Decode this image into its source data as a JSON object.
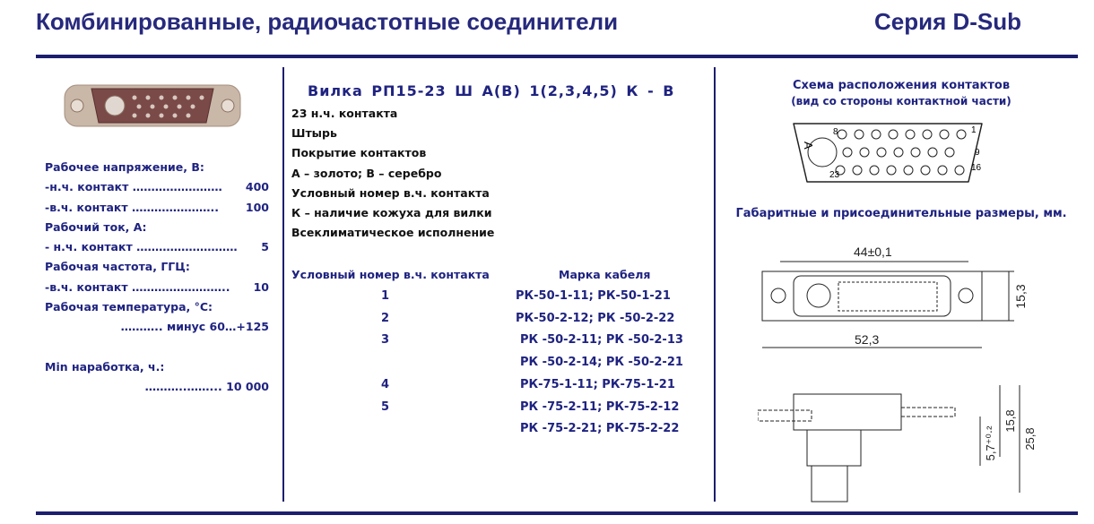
{
  "header": {
    "title": "Комбинированные, радиочастотные соединители",
    "series": "Серия D-Sub"
  },
  "left": {
    "items": [
      {
        "label": "Рабочее напряжение, В:"
      },
      {
        "label": "-н.ч. контакт ",
        "dots": "……………………",
        "value": "400"
      },
      {
        "label": "-в.ч. контакт ",
        "dots": "…………………..",
        "value": "100"
      },
      {
        "label": "Рабочий ток, А:"
      },
      {
        "label": "- н.ч. контакт ",
        "dots": "………………………",
        "value": "5"
      },
      {
        "label": "Рабочая частота, ГГЦ:"
      },
      {
        "label": "-в.ч. контакт ",
        "dots": "……………………..",
        "value": "10"
      },
      {
        "label": "Рабочая температура, °С:"
      },
      {
        "value": "……….. минус 60…+125"
      }
    ],
    "mtbf_label": "Min наработка, ч.:",
    "mtbf_value": "………..……... 10 000"
  },
  "middle": {
    "heading": "Вилка РП15-23 Ш А(В) 1(2,3,4,5) К - В",
    "lines": [
      "23 н.ч. контакта",
      "Штырь",
      "Покрытие контактов",
      "А – золото; В – серебро",
      "Условный номер в.ч. контакта",
      "К – наличие кожуха для вилки",
      "Всеклиматическое исполнение"
    ],
    "table": {
      "headers": [
        "Условный номер в.ч. контакта",
        "Марка кабеля"
      ],
      "rows": [
        [
          "1",
          "РК-50-1-11;  РК-50-1-21"
        ],
        [
          "2",
          "РК-50-2-12;  РК -50-2-22"
        ],
        [
          "3",
          "РК -50-2-11; РК -50-2-13"
        ],
        [
          "",
          "РК -50-2-14; РК -50-2-21"
        ],
        [
          "4",
          "РК-75-1-11;  РК-75-1-21"
        ],
        [
          "5",
          "РК -75-2-11; РК-75-2-12"
        ],
        [
          "",
          "РК -75-2-21; РК-75-2-22"
        ]
      ]
    }
  },
  "right": {
    "scheme_title": "Схема расположения контактов",
    "scheme_sub": "(вид со стороны контактной части)",
    "pins": {
      "a": "А",
      "p8": "8",
      "p1": "1",
      "p9": "9",
      "p16": "16",
      "p23": "23"
    },
    "dims_title": "Габаритные и присоединительные размеры, мм.",
    "dims": {
      "width_top": "44±0,1",
      "height": "15,3",
      "width": "52,3",
      "d1": "5,7⁺⁰·²",
      "d2": "15,8",
      "d3": "25,8"
    }
  }
}
